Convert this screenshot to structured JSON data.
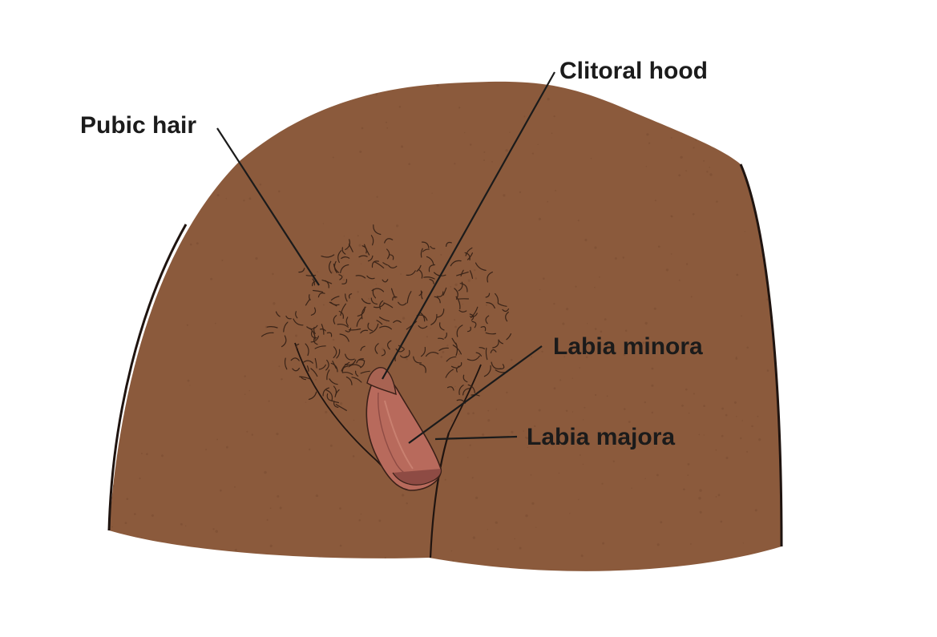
{
  "labels": {
    "pubic_hair": "Pubic hair",
    "clitoral_hood": "Clitoral hood",
    "labia_minora": "Labia minora",
    "labia_majora": "Labia majora"
  },
  "colors": {
    "skin": "#8b5a3c",
    "skin_speckle": "#7a4d31",
    "outline": "#1f1410",
    "hair": "#3a2418",
    "labia_minora": "#b86a5c",
    "labia_minora_dark": "#8e4b44",
    "labia_inner": "#c98070",
    "leader_line": "#1b1b1b",
    "background": "#ffffff"
  }
}
